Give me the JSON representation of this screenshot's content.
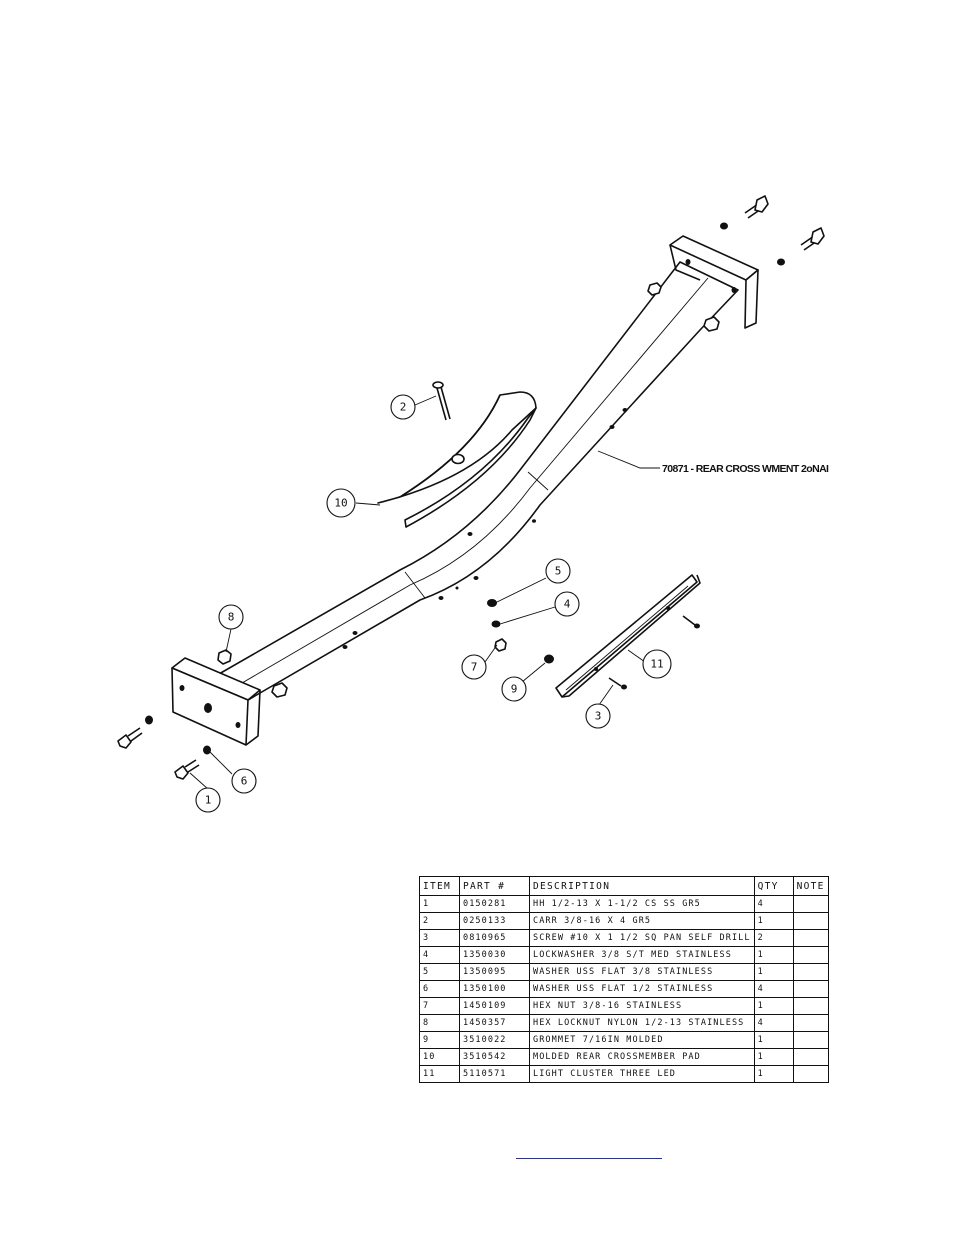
{
  "callout": {
    "assembly": "70871 - REAR CROSS WMENT 2oNAI"
  },
  "balloons": [
    "1",
    "2",
    "3",
    "4",
    "5",
    "6",
    "7",
    "8",
    "9",
    "10",
    "11"
  ],
  "bom": {
    "headers": [
      "ITEM",
      "PART #",
      "DESCRIPTION",
      "QTY",
      "NOTE"
    ],
    "rows": [
      [
        "1",
        "0150281",
        "HH 1/2-13 X 1-1/2 CS SS GR5",
        "4",
        ""
      ],
      [
        "2",
        "0250133",
        "CARR 3/8-16 X 4 GR5",
        "1",
        ""
      ],
      [
        "3",
        "0810965",
        "SCREW #10 X 1 1/2 SQ PAN SELF DRILL",
        "2",
        ""
      ],
      [
        "4",
        "1350030",
        "LOCKWASHER 3/8 S/T MED STAINLESS",
        "1",
        ""
      ],
      [
        "5",
        "1350095",
        "WASHER USS FLAT 3/8 STAINLESS",
        "1",
        ""
      ],
      [
        "6",
        "1350100",
        "WASHER USS FLAT 1/2 STAINLESS",
        "4",
        ""
      ],
      [
        "7",
        "1450109",
        "HEX NUT 3/8-16 STAINLESS",
        "1",
        ""
      ],
      [
        "8",
        "1450357",
        "HEX LOCKNUT NYLON 1/2-13 STAINLESS",
        "4",
        ""
      ],
      [
        "9",
        "3510022",
        "GROMMET  7/16IN MOLDED",
        "1",
        ""
      ],
      [
        "10",
        "3510542",
        "MOLDED REAR CROSSMEMBER PAD",
        "1",
        ""
      ],
      [
        "11",
        "5110571",
        "LIGHT CLUSTER THREE LED",
        "1",
        ""
      ]
    ]
  },
  "colors": {
    "line": "#111111",
    "link": "#1a2bd6"
  }
}
